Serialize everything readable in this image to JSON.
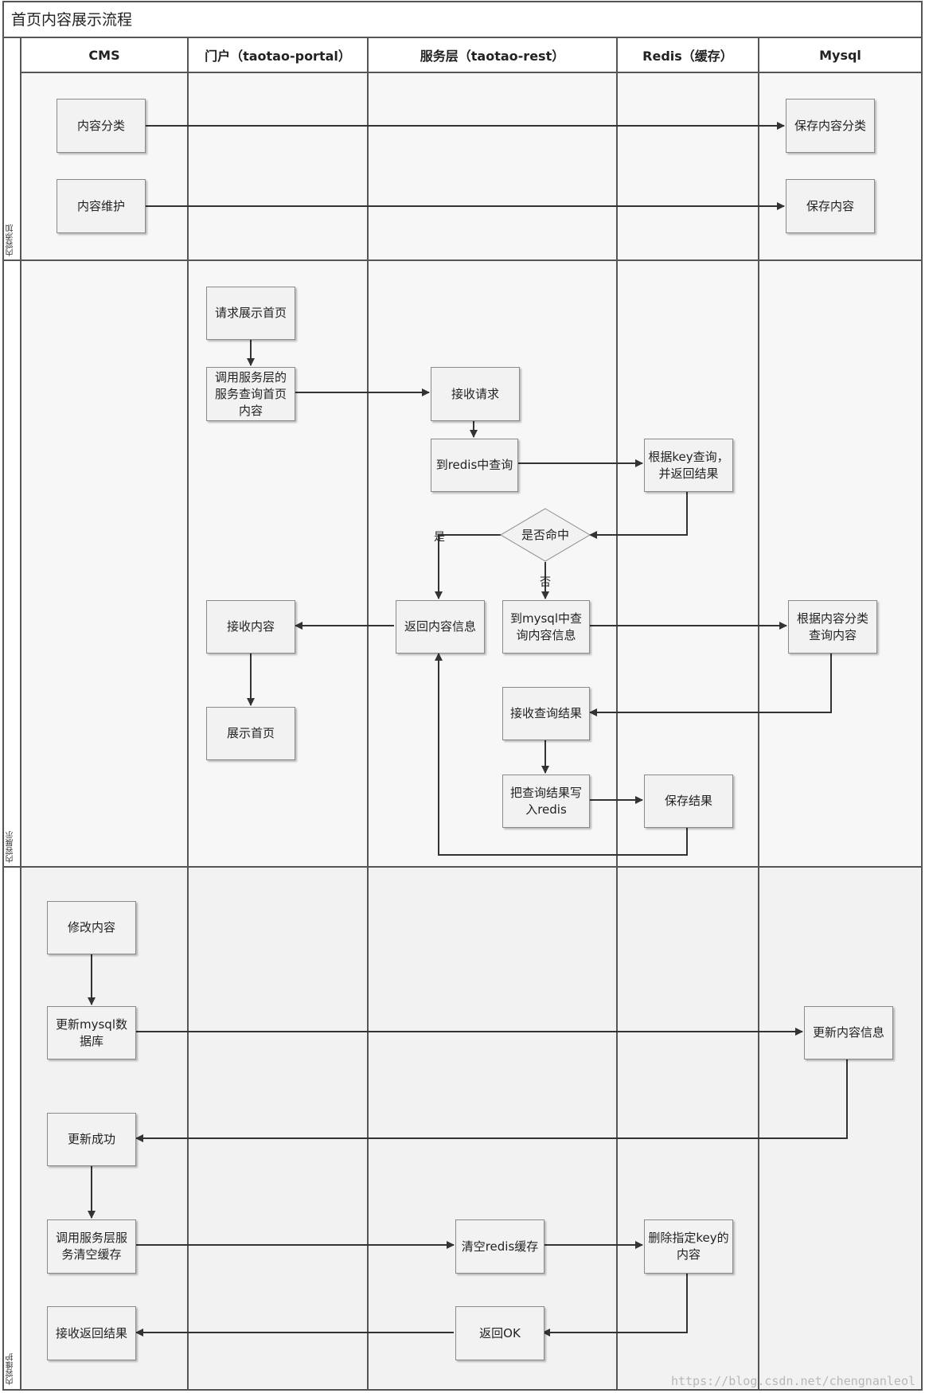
{
  "title": "首页内容展示流程",
  "lanes": [
    "CMS",
    "门户（taotao-portal）",
    "服务层（taotao-rest）",
    "Redis（缓存）",
    "Mysql"
  ],
  "rows": [
    "内容添加",
    "内容展示",
    "内容维护"
  ],
  "nodes": {
    "n_content_category": "内容分类",
    "n_save_category": "保存内容分类",
    "n_content_maintain": "内容维护",
    "n_save_content": "保存内容",
    "n_request_home": "请求展示首页",
    "n_call_service": "调用服务层的服务查询首页内容",
    "n_receive_request": "接收请求",
    "n_query_redis": "到redis中查询",
    "n_redis_lookup": "根据key查询，并返回结果",
    "n_hit_decision": "是否命中",
    "n_return_content": "返回内容信息",
    "n_receive_content": "接收内容",
    "n_query_mysql": "到mysql中查询内容信息",
    "n_mysql_query": "根据内容分类查询内容",
    "n_receive_result": "接收查询结果",
    "n_write_redis": "把查询结果写入redis",
    "n_save_result": "保存结果",
    "n_show_home": "展示首页",
    "n_modify_content": "修改内容",
    "n_update_mysql": "更新mysql数据库",
    "n_update_info": "更新内容信息",
    "n_update_success": "更新成功",
    "n_call_clear": "调用服务层服务清空缓存",
    "n_clear_redis": "清空redis缓存",
    "n_delete_key": "删除指定key的内容",
    "n_receive_return": "接收返回结果",
    "n_return_ok": "返回OK"
  },
  "edge_labels": {
    "yes": "是",
    "no": "否"
  },
  "watermark": "https://blog.csdn.net/chengnanleol"
}
